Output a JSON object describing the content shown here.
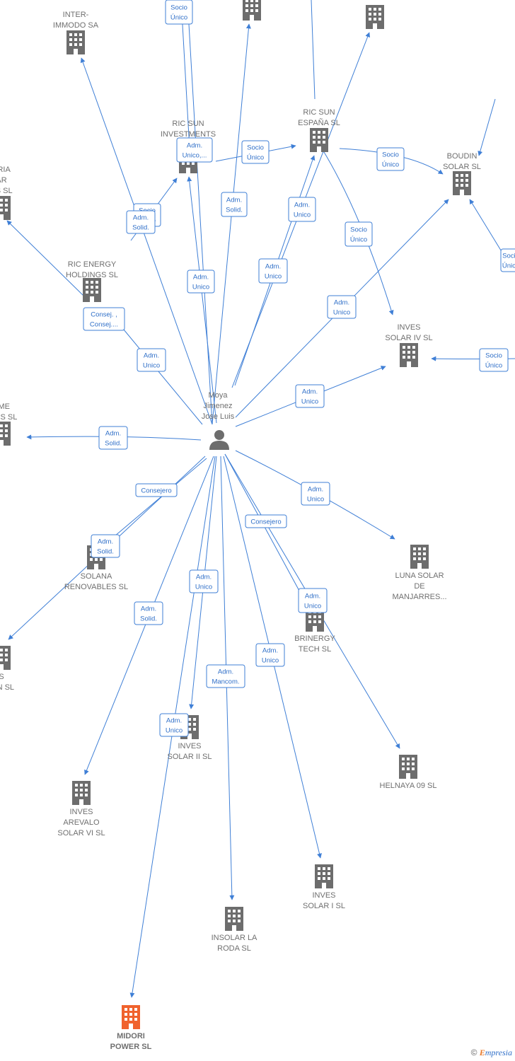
{
  "diagram": {
    "person": {
      "id": "p",
      "label": [
        "Moya",
        "Jimenez",
        "Jose Luis"
      ]
    },
    "companies": [
      {
        "id": "intermodo",
        "label": [
          "INTER-",
          "IMMODO SA"
        ],
        "highlight": false
      },
      {
        "id": "topc",
        "label": [],
        "highlight": false
      },
      {
        "id": "topr",
        "label": [],
        "highlight": false
      },
      {
        "id": "ricinv",
        "label": [
          "RIC SUN",
          "INVESTMENTS",
          "SL"
        ],
        "highlight": false
      },
      {
        "id": "ricesp",
        "label": [
          "RIC SUN",
          "ESPAÑA  SL"
        ],
        "highlight": false
      },
      {
        "id": "boudin",
        "label": [
          "BOUDIN",
          "SOLAR SL"
        ],
        "highlight": false
      },
      {
        "id": "aria",
        "label": [
          "ARIA",
          "AR",
          "ES SL"
        ],
        "highlight": false
      },
      {
        "id": "ricenergy",
        "label": [
          "RIC ENERGY",
          "HOLDINGS  SL"
        ],
        "highlight": false
      },
      {
        "id": "inves4",
        "label": [
          "INVES",
          "SOLAR IV SL"
        ],
        "highlight": false
      },
      {
        "id": "yme",
        "label": [
          "YME",
          "BLES SL"
        ],
        "highlight": false
      },
      {
        "id": "solana",
        "label": [
          "SOLANA",
          "RENOVABLES SL"
        ],
        "highlight": false
      },
      {
        "id": "luna",
        "label": [
          "LUNA SOLAR",
          "DE",
          "MANJARRES..."
        ],
        "highlight": false
      },
      {
        "id": "brinergy",
        "label": [
          "BRINERGY",
          "TECH  SL"
        ],
        "highlight": false
      },
      {
        "id": "sion",
        "label": [
          "S",
          "ION SL"
        ],
        "highlight": false
      },
      {
        "id": "inves2",
        "label": [
          "INVES",
          "SOLAR II SL"
        ],
        "highlight": false
      },
      {
        "id": "helnaya",
        "label": [
          "HELNAYA 09 SL"
        ],
        "highlight": false
      },
      {
        "id": "arevalo",
        "label": [
          "INVES",
          "AREVALO",
          "SOLAR VI SL"
        ],
        "highlight": false
      },
      {
        "id": "inves1",
        "label": [
          "INVES",
          "SOLAR I SL"
        ],
        "highlight": false
      },
      {
        "id": "insolar",
        "label": [
          "INSOLAR LA",
          "RODA  SL"
        ],
        "highlight": false
      },
      {
        "id": "midori",
        "label": [
          "MIDORI",
          "POWER  SL"
        ],
        "highlight": true
      }
    ],
    "edge_tags": [
      [
        "Socio",
        "Único"
      ],
      [
        "Adm.",
        "Unico,..."
      ],
      [
        "Socio",
        "Único"
      ],
      [
        "Socio",
        "Único"
      ],
      [
        "Adm.",
        "Unico"
      ],
      [
        "Socio",
        "Único"
      ],
      [
        "Adm.",
        "Solid."
      ],
      [
        "Socio",
        "Único"
      ],
      [
        "Adm.",
        "Solid."
      ],
      [
        "Adm.",
        "Unico"
      ],
      [
        "Adm.",
        "Unico"
      ],
      [
        "Consej. ,",
        "Consej...."
      ],
      [
        "Adm.",
        "Unico"
      ],
      [
        "Socio",
        "Único"
      ],
      [
        "Adm.",
        "Unico"
      ],
      [
        "Adm.",
        "Unico"
      ],
      [
        "Adm.",
        "Solid."
      ],
      [
        "Consejero"
      ],
      [
        "Adm.",
        "Unico"
      ],
      [
        "Consejero"
      ],
      [
        "Adm.",
        "Solid."
      ],
      [
        "Adm.",
        "Unico"
      ],
      [
        "Adm.",
        "Unico"
      ],
      [
        "Adm.",
        "Solid."
      ],
      [
        "Adm.",
        "Unico"
      ],
      [
        "Adm.",
        "Mancom."
      ],
      [
        "Adm.",
        "Unico"
      ],
      [
        "Socio",
        "Único"
      ]
    ]
  },
  "footer": {
    "copyright": "©",
    "brand_first": "E",
    "brand_rest": "mpresia"
  },
  "colors": {
    "edge": "#3f7fd6",
    "building": "#6d6d6d",
    "highlight": "#f0622d",
    "text": "#6f6f6f"
  },
  "icons": {
    "company": "building-icon",
    "person": "person-icon"
  }
}
